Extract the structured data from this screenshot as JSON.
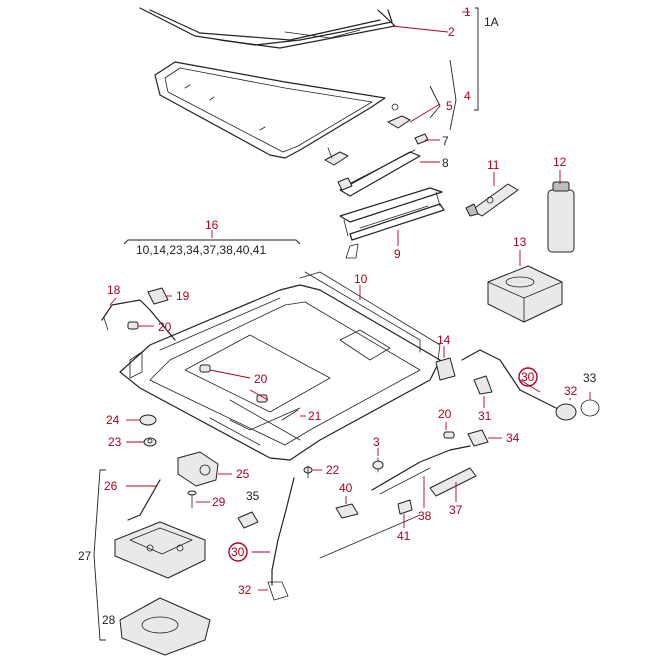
{
  "callouts": {
    "c1": "1",
    "c1A": "1A",
    "c2": "2",
    "c4": "4",
    "c5": "5",
    "c7": "7",
    "c8": "8",
    "c9": "9",
    "c10": "10",
    "c11": "11",
    "c12": "12",
    "c13": "13",
    "c14": "14",
    "c16": "16",
    "c16_list": "10,14,23,34,37,38,40,41",
    "c18": "18",
    "c19": "19",
    "c20a": "20",
    "c20b": "20",
    "c20c": "20",
    "c21": "21",
    "c22": "22",
    "c23": "23",
    "c24": "24",
    "c25": "25",
    "c26": "26",
    "c27": "27",
    "c28": "28",
    "c29": "29",
    "c30a": "30",
    "c30b": "30",
    "c31": "31",
    "c32a": "32",
    "c32b": "32",
    "c33": "33",
    "c34": "34",
    "c35": "35",
    "c3": "3",
    "c37": "37",
    "c38": "38",
    "c40": "40",
    "c41": "41"
  },
  "colors": {
    "callout": "#b00020",
    "line": "#222222",
    "background": "#ffffff"
  }
}
